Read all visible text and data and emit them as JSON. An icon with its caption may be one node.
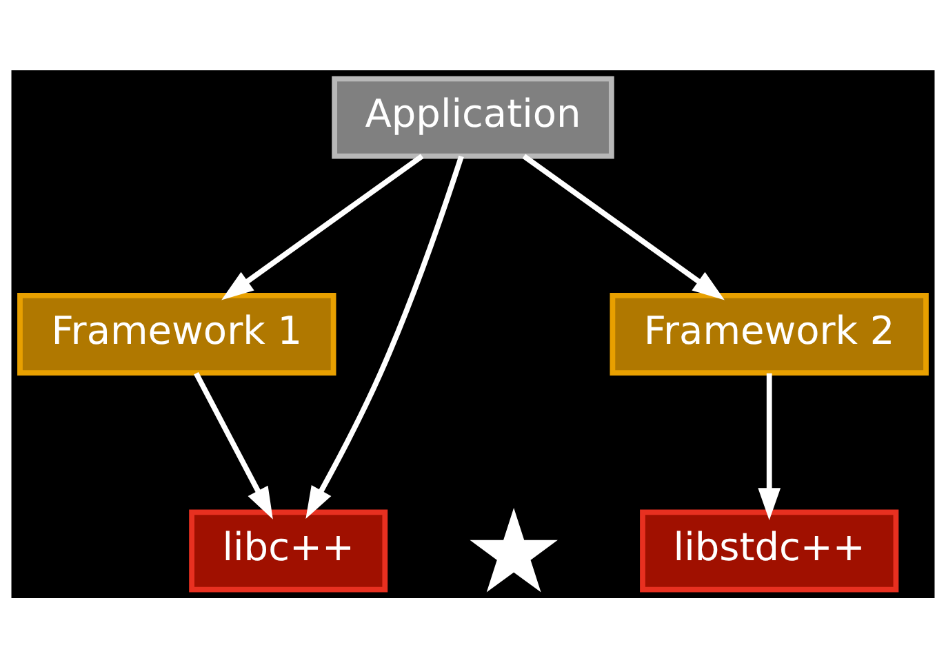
{
  "diagram": {
    "nodes": [
      {
        "text": [
          "Application"
        ]
      },
      {
        "text": [
          "Framework 1"
        ]
      },
      {
        "text": [
          "Framework 2"
        ]
      },
      {
        "text": [
          "libc++"
        ]
      },
      {
        "text": [],
        "shape": "star"
      },
      {
        "text": [
          "libstdc++"
        ]
      }
    ],
    "edges": [
      {
        "from": 0,
        "to": 1,
        "arrow": "to"
      },
      {
        "from": 0,
        "to": 3,
        "arrow": "to"
      },
      {
        "from": 0,
        "to": 2,
        "arrow": "to"
      },
      {
        "from": 1,
        "to": 3,
        "arrow": "to"
      },
      {
        "from": 2,
        "to": 5,
        "arrow": "to"
      }
    ]
  }
}
